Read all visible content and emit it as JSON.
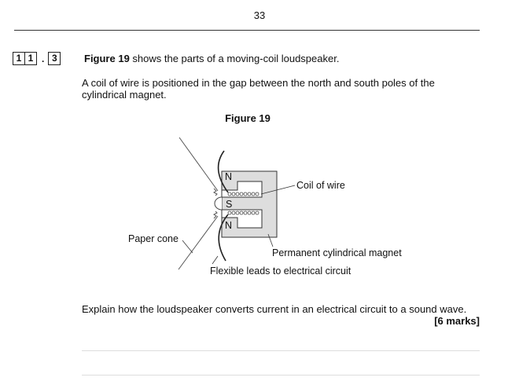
{
  "page_number": "33",
  "question": {
    "number_digits": [
      "1",
      "1",
      "3"
    ],
    "figure_ref": "Figure 19",
    "intro_rest": " shows the parts of a moving-coil loudspeaker.",
    "context": "A coil of wire is positioned in the gap between the north and south poles of the cylindrical magnet.",
    "task": "Explain how the loudspeaker converts current in an electrical circuit to a sound wave.",
    "marks": "[6 marks]"
  },
  "figure": {
    "title": "Figure 19",
    "labels": {
      "coil": "Coil of wire",
      "cone": "Paper cone",
      "magnet": "Permanent cylindrical magnet",
      "leads": "Flexible leads to electrical circuit",
      "north": "N",
      "south": "S"
    }
  }
}
